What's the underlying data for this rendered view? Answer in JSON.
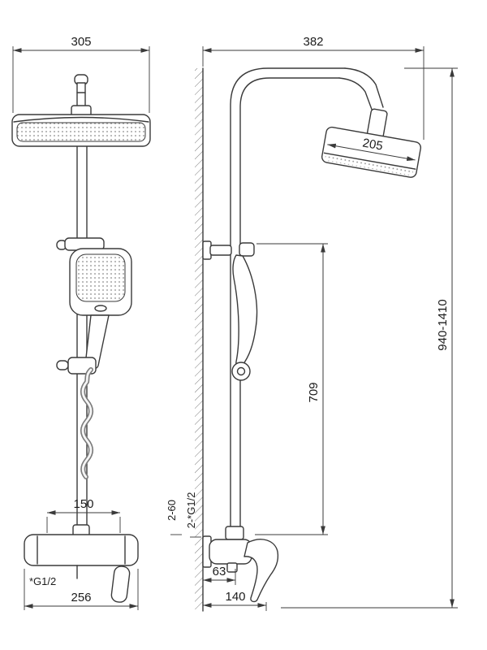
{
  "colors": {
    "background": "#ffffff",
    "line": "#3a3a3a",
    "text": "#1c1c1c"
  },
  "front_view": {
    "head_width_mm": "305",
    "port_spacing_mm": "150",
    "inlet_thread": "*G1/2",
    "valve_width_mm": "256"
  },
  "side_view": {
    "top_reach_mm": "382",
    "head_depth_mm": "205",
    "overall_height_mm": "940-1410",
    "riser_height_mm": "709",
    "wall_callout": "2-60",
    "inlet_thread": "2-*G1/2",
    "valve_center_mm": "63",
    "handle_reach_mm": "140"
  }
}
